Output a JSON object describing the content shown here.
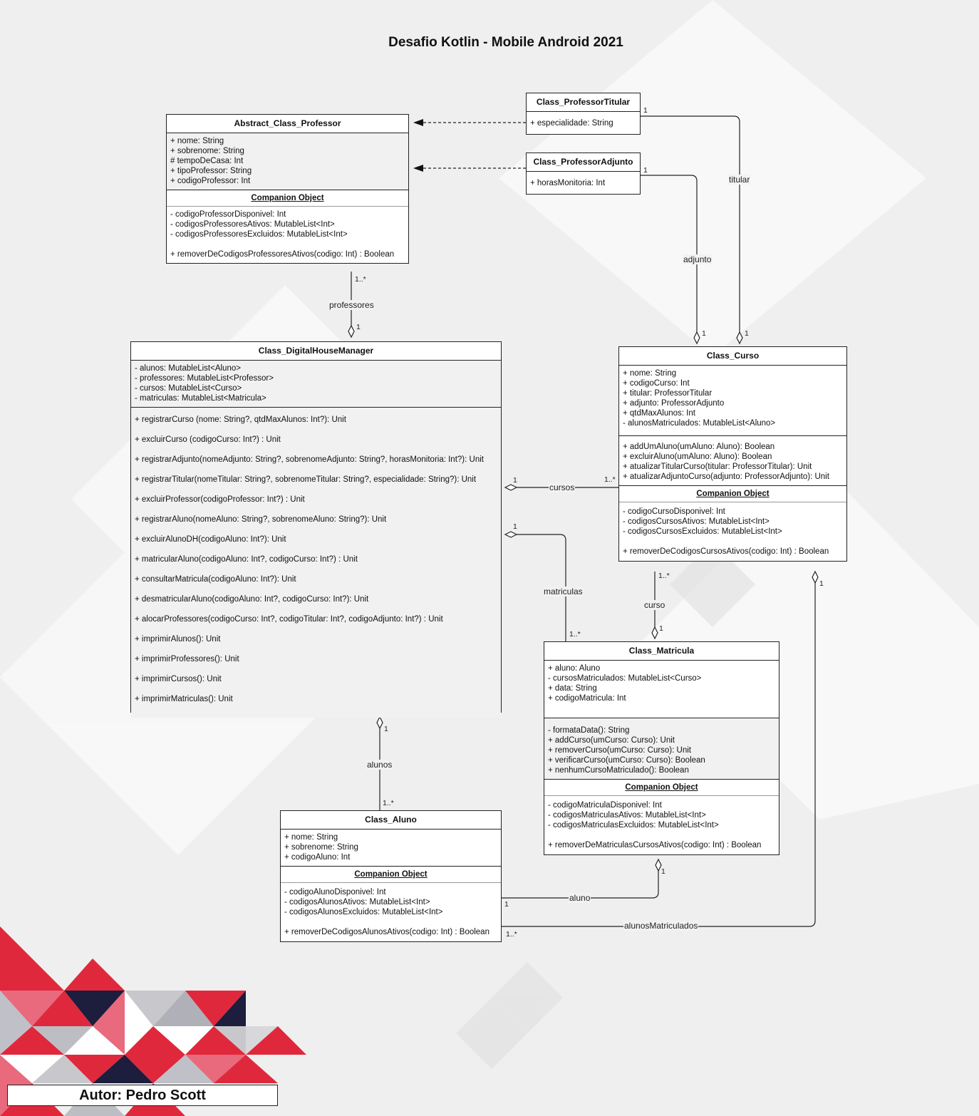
{
  "title": "Desafio Kotlin - Mobile Android 2021",
  "author": "Autor: Pedro Scott",
  "colors": {
    "accent_red": "#e0283c",
    "accent_navy": "#1d1d3d",
    "line": "#222222"
  },
  "classes": {
    "professor": {
      "name": "Abstract_Class_Professor",
      "attributes": [
        "+ nome: String",
        "+ sobrenome: String",
        "# tempoDeCasa: Int",
        "+ tipoProfessor: String",
        "+ codigoProfessor: Int"
      ],
      "companion_label": "Companion Object",
      "companion_attributes": [
        "- codigoProfessorDisponivel: Int",
        "- codigosProfessoresAtivos: MutableList<Int>",
        "- codigosProfessoresExcluidos: MutableList<Int>"
      ],
      "companion_methods": [
        "+ removerDeCodigosProfessoresAtivos(codigo: Int) : Boolean"
      ]
    },
    "titular": {
      "name": "Class_ProfessorTitular",
      "attributes": [
        "+ especialidade: String"
      ]
    },
    "adjunto": {
      "name": "Class_ProfessorAdjunto",
      "attributes": [
        "+ horasMonitoria: Int"
      ]
    },
    "manager": {
      "name": "Class_DigitalHouseManager",
      "attributes": [
        "- alunos: MutableList<Aluno>",
        "- professores: MutableList<Professor>",
        "- cursos: MutableList<Curso>",
        "- matriculas: MutableList<Matricula>"
      ],
      "methods": [
        "+ registrarCurso (nome: String?, qtdMaxAlunos: Int?): Unit",
        "+ excluirCurso (codigoCurso: Int?) : Unit",
        "+ registrarAdjunto(nomeAdjunto: String?, sobrenomeAdjunto: String?, horasMonitoria: Int?): Unit",
        "+ registrarTitular(nomeTitular: String?, sobrenomeTitular: String?, especialidade: String?): Unit",
        "+ excluirProfessor(codigoProfessor: Int?) : Unit",
        "+ registrarAluno(nomeAluno: String?, sobrenomeAluno: String?): Unit",
        "+ excluirAlunoDH(codigoAluno: Int?): Unit",
        "+ matricularAluno(codigoAluno: Int?, codigoCurso: Int?) : Unit",
        "+ consultarMatricula(codigoAluno: Int?): Unit",
        "+ desmatricularAluno(codigoAluno: Int?, codigoCurso: Int?): Unit",
        "+ alocarProfessores(codigoCurso: Int?, codigoTitular: Int?, codigoAdjunto: Int?) : Unit",
        "+ imprimirAlunos(): Unit",
        "+ imprimirProfessores(): Unit",
        "+ imprimirCursos(): Unit",
        "+ imprimirMatriculas(): Unit"
      ]
    },
    "curso": {
      "name": "Class_Curso",
      "attributes": [
        "+ nome: String",
        "+ codigoCurso: Int",
        "+ titular: ProfessorTitular",
        "+ adjunto: ProfessorAdjunto",
        "+ qtdMaxAlunos: Int",
        "- alunosMatriculados: MutableList<Aluno>"
      ],
      "methods": [
        "+ addUmAluno(umAluno: Aluno): Boolean",
        "+ excluirAluno(umAluno: Aluno): Boolean",
        "+ atualizarTitularCurso(titular: ProfessorTitular): Unit",
        "+ atualizarAdjuntoCurso(adjunto: ProfessorAdjunto): Unit"
      ],
      "companion_label": "Companion Object",
      "companion_attributes": [
        "- codigoCursoDisponivel: Int",
        "- codigosCursosAtivos: MutableList<Int>",
        "- codigosCursosExcluidos: MutableList<Int>"
      ],
      "companion_methods": [
        "+ removerDeCodigosCursosAtivos(codigo: Int) : Boolean"
      ]
    },
    "matricula": {
      "name": "Class_Matricula",
      "attributes": [
        "+ aluno: Aluno",
        "- cursosMatriculados: MutableList<Curso>",
        "+ data: String",
        "+ codigoMatricula: Int"
      ],
      "methods": [
        "- formataData(): String",
        "+ addCurso(umCurso: Curso): Unit",
        "+ removerCurso(umCurso: Curso): Unit",
        "+ verificarCurso(umCurso: Curso): Boolean",
        "+ nenhumCursoMatriculado(): Boolean"
      ],
      "companion_label": "Companion Object",
      "companion_attributes": [
        "- codigoMatriculaDisponivel: Int",
        "- codigosMatriculasAtivos: MutableList<Int>",
        "- codigosMatriculasExcluidos: MutableList<Int>"
      ],
      "companion_methods": [
        "+ removerDeMatriculasCursosAtivos(codigo: Int) : Boolean"
      ]
    },
    "aluno": {
      "name": "Class_Aluno",
      "attributes": [
        "+ nome: String",
        "+ sobrenome: String",
        "+ codigoAluno: Int"
      ],
      "companion_label": "Companion Object",
      "companion_attributes": [
        "- codigoAlunoDisponivel: Int",
        "- codigosAlunosAtivos: MutableList<Int>",
        "- codigosAlunosExcluidos: MutableList<Int>"
      ],
      "companion_methods": [
        "+ removerDeCodigosAlunosAtivos(codigo: Int) : Boolean"
      ]
    }
  },
  "relations": {
    "professores": {
      "label": "professores",
      "from_mult": "1..*",
      "to_mult": "1"
    },
    "titular": {
      "label": "titular",
      "from_mult": "1",
      "to_mult": "1"
    },
    "adjunto": {
      "label": "adjunto",
      "from_mult": "1",
      "to_mult": "1"
    },
    "cursos": {
      "label": "cursos",
      "manager_mult": "1",
      "curso_mult": "1..*"
    },
    "matriculas": {
      "label": "matriculas",
      "manager_mult": "1",
      "matricula_mult": "1..*"
    },
    "curso": {
      "label": "curso",
      "curso_mult": "1..*",
      "matricula_mult": "1"
    },
    "alunos": {
      "label": "alunos",
      "manager_mult": "1",
      "aluno_mult": "1..*"
    },
    "aluno": {
      "label": "aluno",
      "matricula_mult": "1",
      "aluno_mult": "1"
    },
    "alunosMatriculados": {
      "label": "alunosMatriculados",
      "curso_mult": "1",
      "aluno_mult": "1..*"
    }
  }
}
